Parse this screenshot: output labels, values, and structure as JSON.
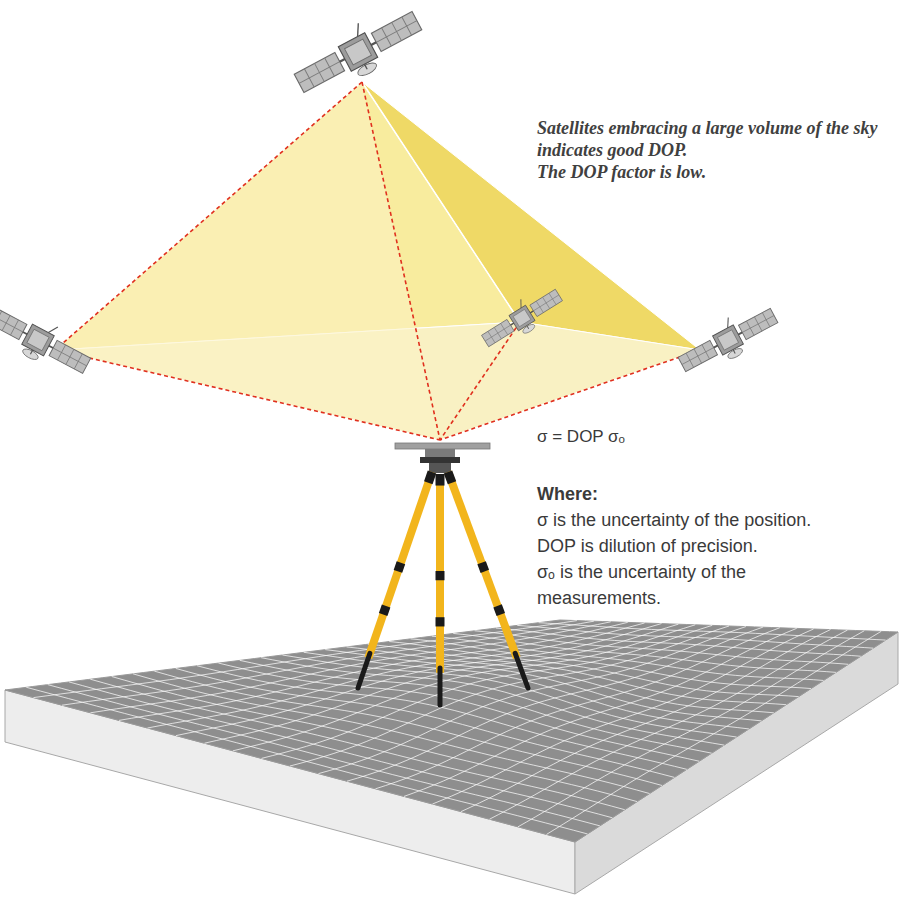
{
  "diagram": {
    "labels": [
      "Satellites embracing a large volume of the sky indicates good DOP.",
      "The DOP factor is low.",
      "σ = DOP σₒ",
      "Where:",
      "σ is the uncertainty of the position.",
      "DOP is dilution of precision.",
      "σₒ is the uncertainty of the measurements."
    ]
  }
}
